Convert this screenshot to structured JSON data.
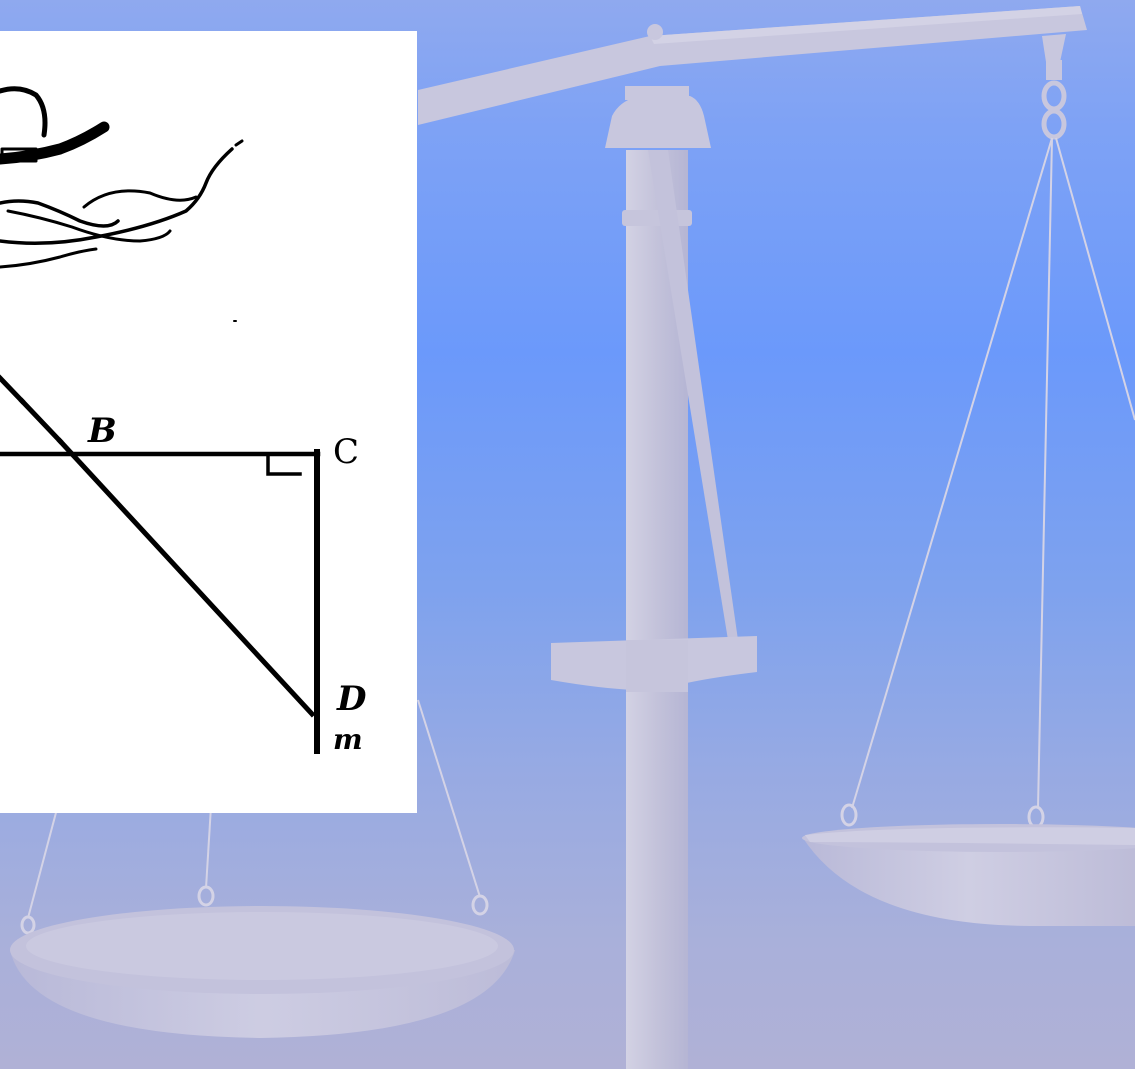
{
  "slide": {
    "background_icon": "balance-scale-icon",
    "colors": {
      "background_top": "#8fa9ef",
      "background_mid": "#6b99fb",
      "background_bottom": "#b0b1d6",
      "scale_fill": "#c6c5dc",
      "figure_background": "#ffffff",
      "figure_ink": "#000000"
    }
  },
  "figure": {
    "icon": "ship-on-water-sketch",
    "points": {
      "b": "B",
      "c": "C",
      "d": "D",
      "m": "m"
    },
    "right_angle_at": "C"
  }
}
